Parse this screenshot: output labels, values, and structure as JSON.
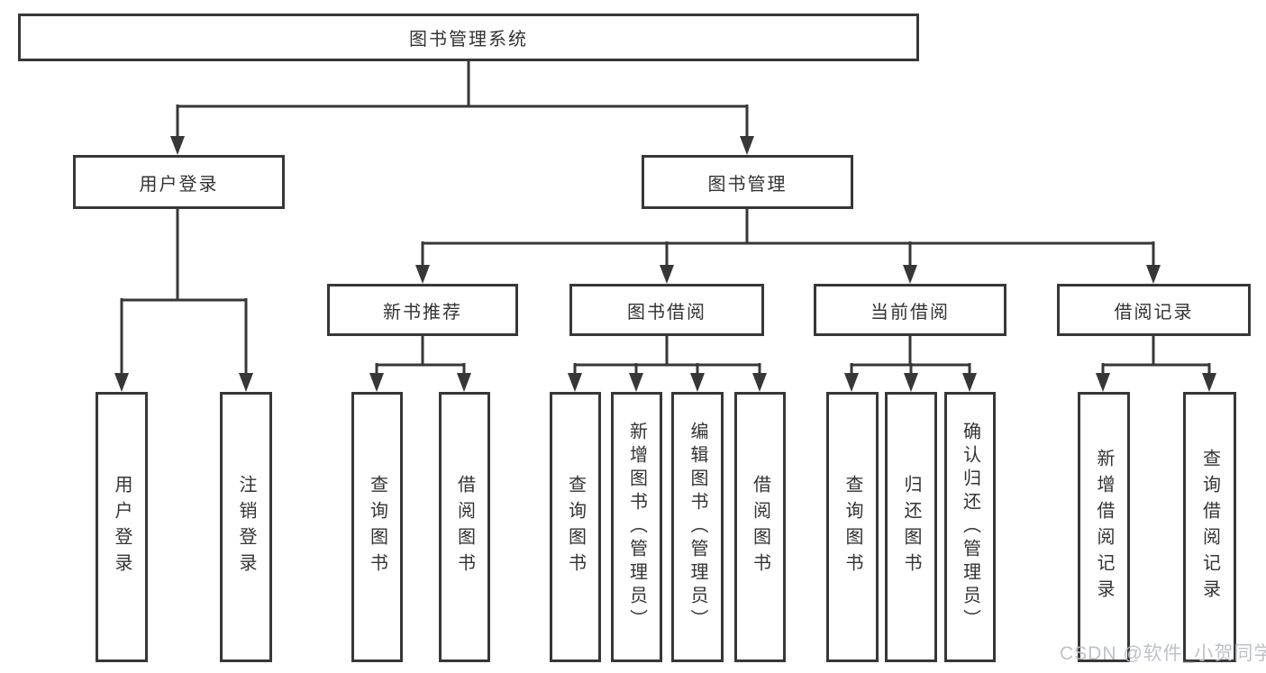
{
  "nodes": {
    "root": "图书管理系统",
    "l1": [
      "用户登录",
      "图书管理"
    ],
    "l2": [
      "新书推荐",
      "图书借阅",
      "当前借阅",
      "借阅记录"
    ],
    "l3_user": [
      "用户登录",
      "注销登录"
    ],
    "l3_recommend": [
      "查询图书",
      "借阅图书"
    ],
    "l3_borrow": [
      "查询图书",
      "新增图书（管理员）",
      "编辑图书（管理员）",
      "借阅图书"
    ],
    "l3_current": [
      "查询图书",
      "归还图书",
      "确认归还（管理员）"
    ],
    "l3_records": [
      "新增借阅记录",
      "查询借阅记录"
    ]
  },
  "watermark": "CSDN @软件_小贺同学",
  "colors": {
    "line": "#373737",
    "text": "#333333",
    "box_background": "#ffffff",
    "page_background": "#ffffff",
    "watermark": "#b9bfc6"
  }
}
